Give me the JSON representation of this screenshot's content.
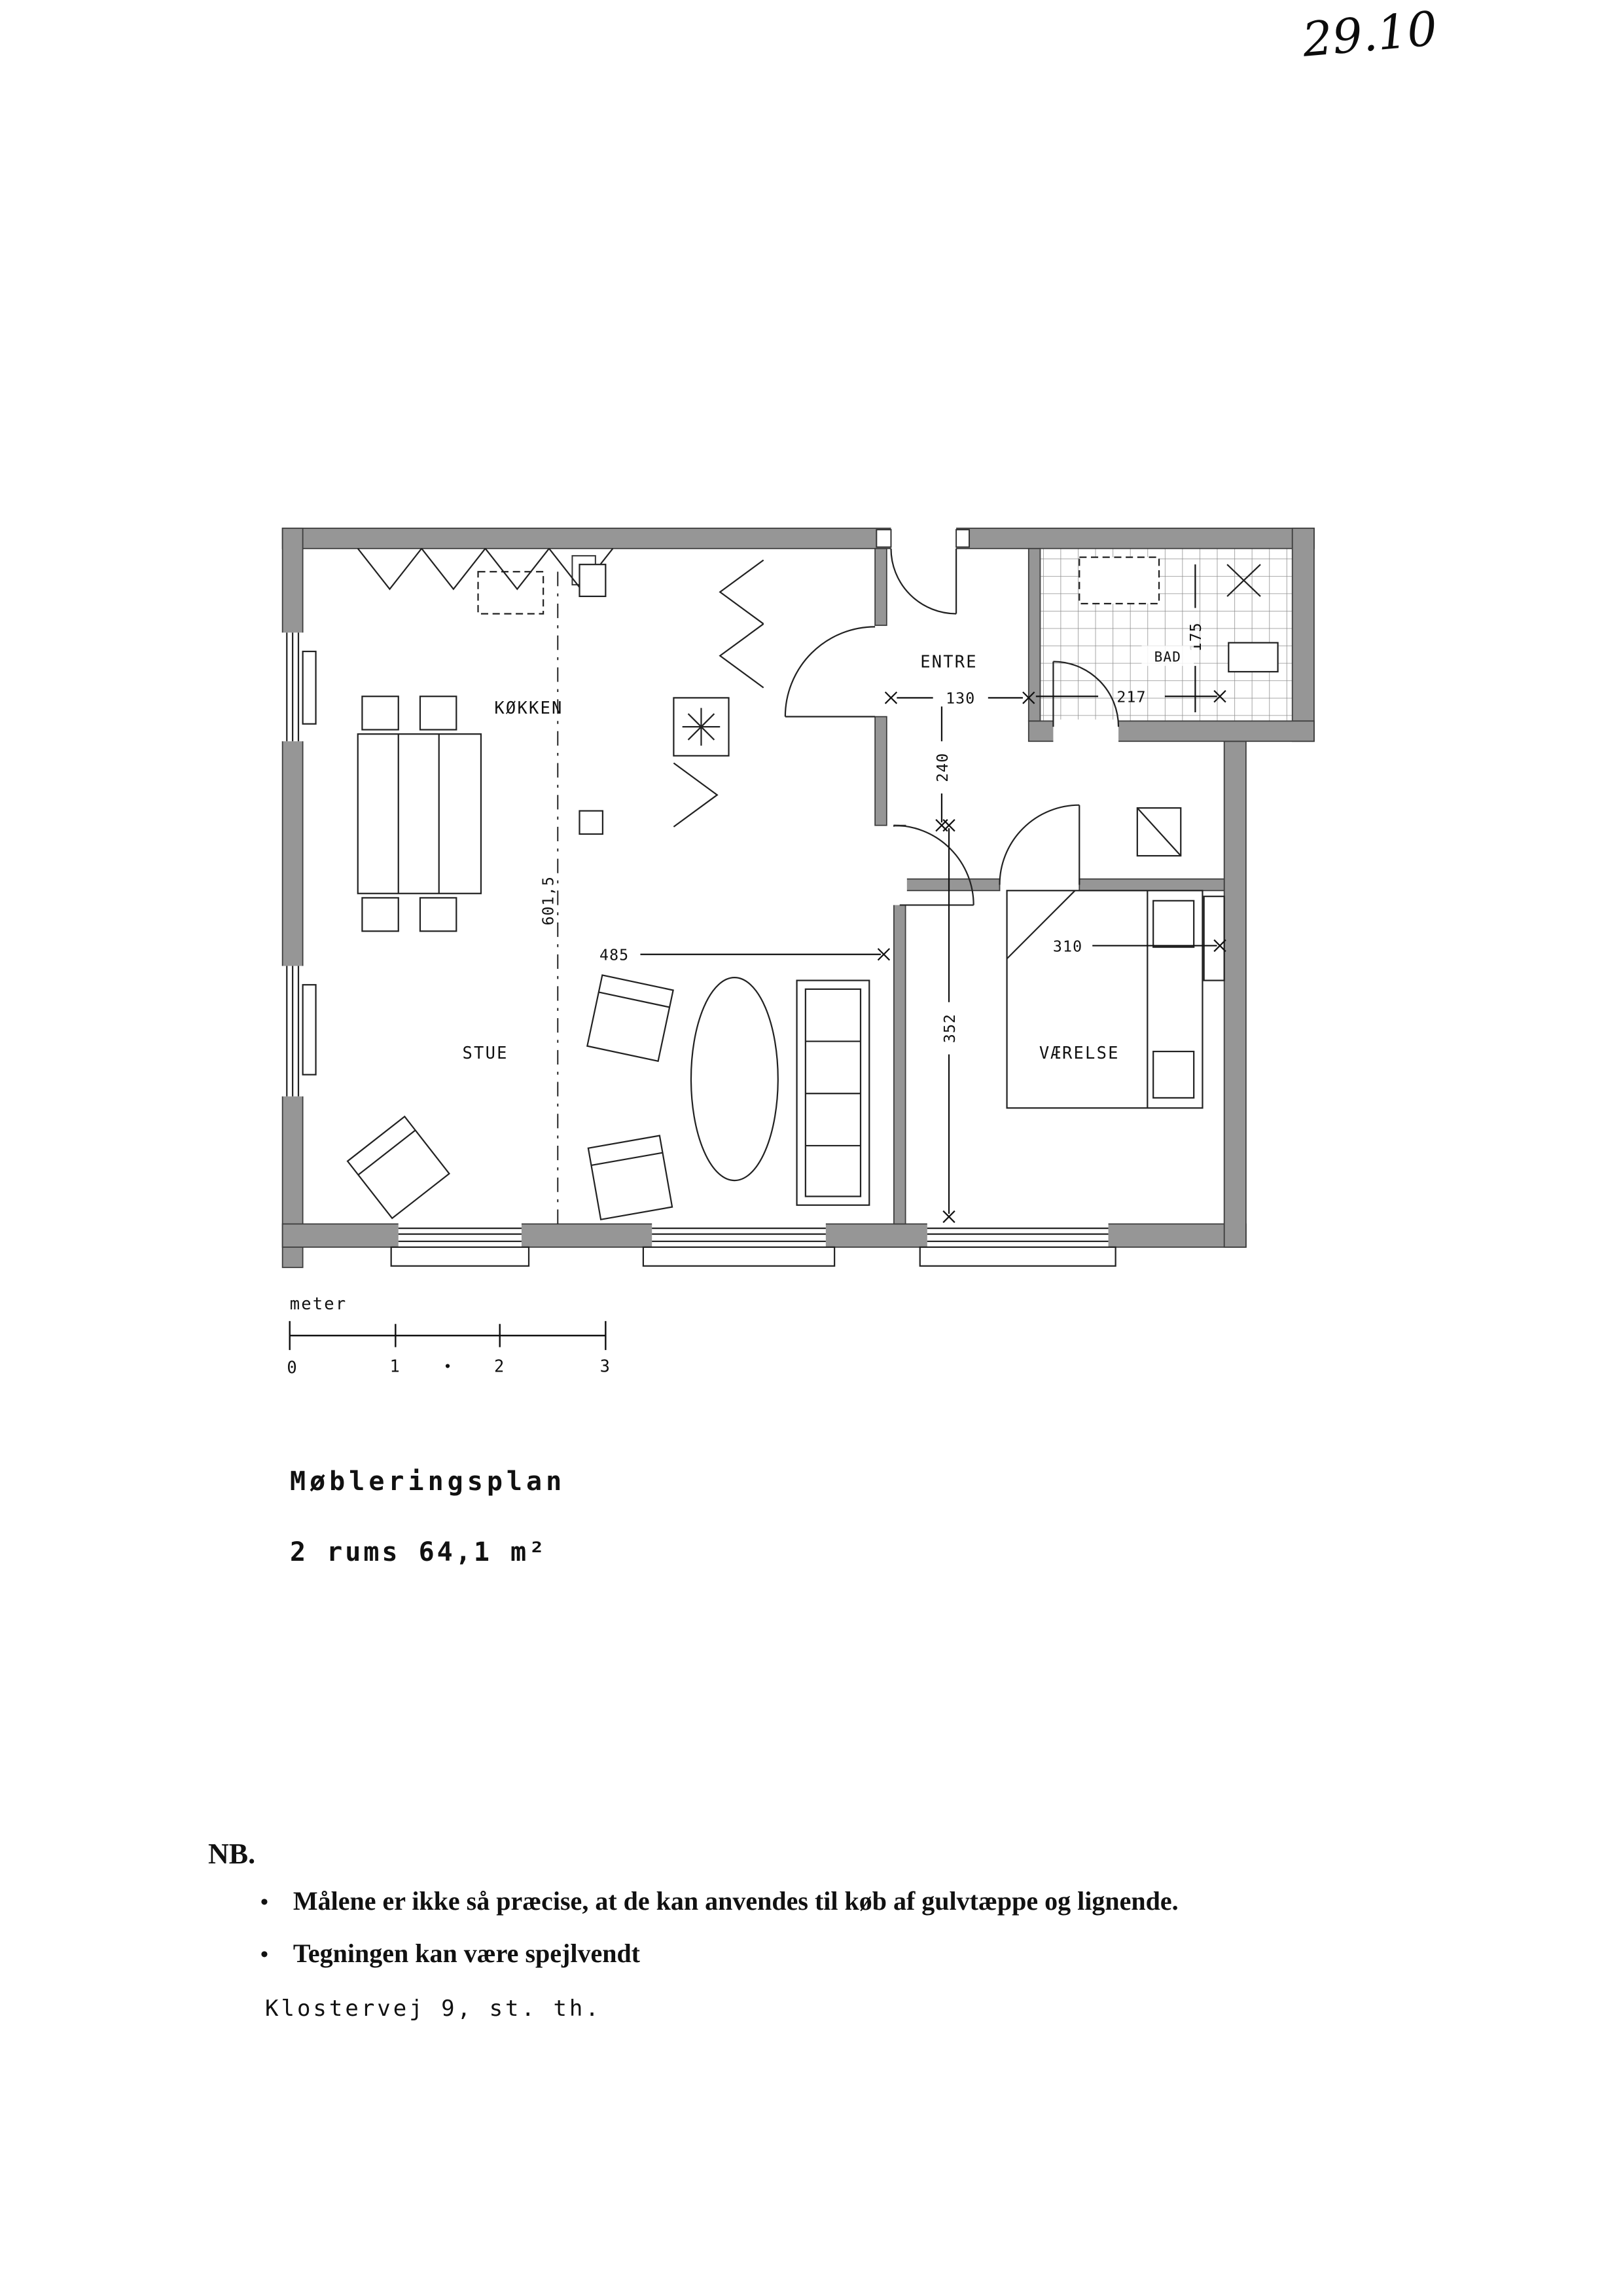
{
  "page": {
    "handwritten_note": "29.10",
    "title": "Møbleringsplan",
    "subtitle": "2 rums 64,1 m²"
  },
  "floorplan": {
    "rooms": {
      "kitchen": "KØKKEN",
      "hall": "ENTRE",
      "bathroom": "BAD",
      "living_room": "STUE",
      "bedroom": "VÆRELSE"
    },
    "dimensions": {
      "hall_width": "130",
      "hall_depth": "240",
      "left_side_depth": "601,5",
      "living_room_width": "485",
      "bedroom_width": "310",
      "bedroom_depth": "352",
      "bathroom_width": "217",
      "bathroom_depth": "175"
    },
    "scale_bar": {
      "unit": "meter",
      "ticks": [
        "0",
        "1",
        "2",
        "3"
      ]
    }
  },
  "notes": {
    "heading": "NB.",
    "bullet_marker": "•",
    "bullets": [
      "Målene er ikke så præcise, at de kan anvendes til køb af gulvtæppe og lignende.",
      "Tegningen kan være spejlvendt"
    ],
    "address": "Klostervej 9, st. th."
  }
}
